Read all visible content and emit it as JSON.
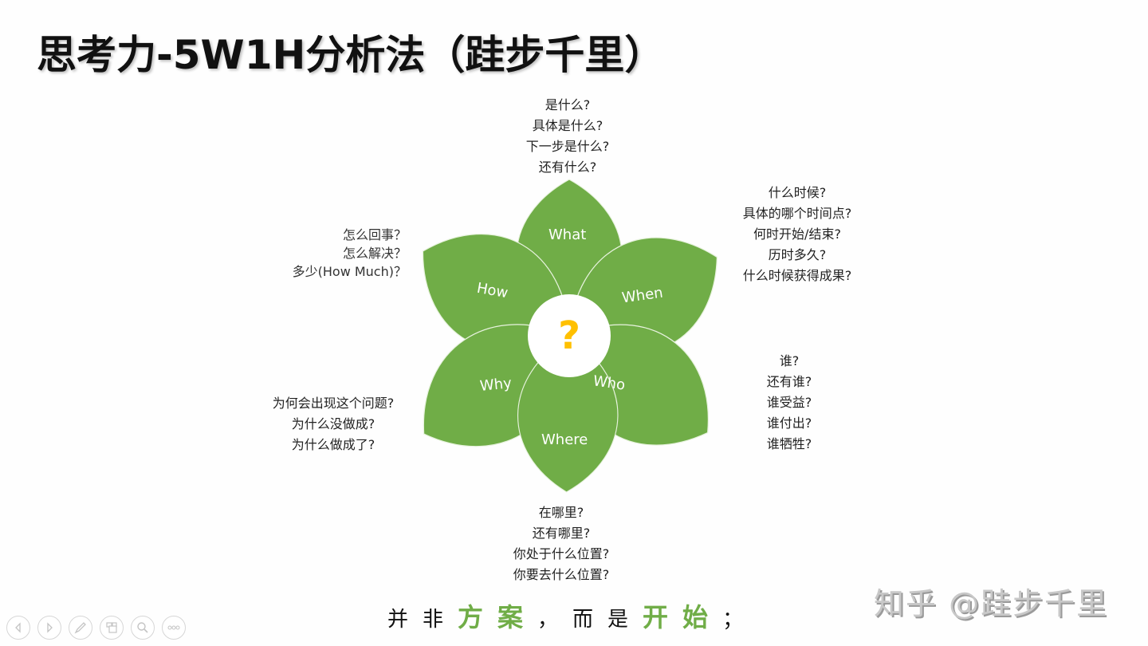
{
  "slide": {
    "title": "思考力-5W1H分析法（跬步千里）",
    "center_symbol": "?",
    "colors": {
      "petal": "#70AD47",
      "center_symbol": "#FFC000",
      "accent_text": "#70AD47",
      "watermark": "#C8C8C8"
    },
    "petals": [
      {
        "label": "What"
      },
      {
        "label": "When"
      },
      {
        "label": "Who"
      },
      {
        "label": "Where"
      },
      {
        "label": "Why"
      },
      {
        "label": "How"
      }
    ],
    "questions": {
      "what": [
        "是什么?",
        "具体是什么?",
        "下一步是什么?",
        "还有什么?"
      ],
      "when": [
        "什么时候?",
        "具体的哪个时间点?",
        "何时开始/结束?",
        "历时多久?",
        "什么时候获得成果?"
      ],
      "who": [
        "谁?",
        "还有谁?",
        "谁受益?",
        "谁付出?",
        "谁牺牲?"
      ],
      "where": [
        "在哪里?",
        "还有哪里?",
        "你处于什么位置?",
        "你要去什么位置?"
      ],
      "why": [
        "为何会出现这个问题?",
        "为什么没做成?",
        "为什么做成了?"
      ],
      "how": [
        "怎么回事？",
        "怎么解决？",
        "多少(How Much)？"
      ]
    },
    "tagline": {
      "part1": "并非",
      "accent1": "方案",
      "part2": "，而是",
      "accent2": "开始",
      "part3": "；"
    },
    "watermark": "知乎 @跬步千里"
  },
  "player_controls": [
    {
      "name": "previous",
      "icon": "prev-arrow-icon"
    },
    {
      "name": "next",
      "icon": "next-arrow-icon"
    },
    {
      "name": "pen",
      "icon": "pen-icon"
    },
    {
      "name": "slides",
      "icon": "slides-grid-icon"
    },
    {
      "name": "zoom",
      "icon": "magnifier-icon"
    },
    {
      "name": "more",
      "icon": "more-dots-icon"
    }
  ]
}
